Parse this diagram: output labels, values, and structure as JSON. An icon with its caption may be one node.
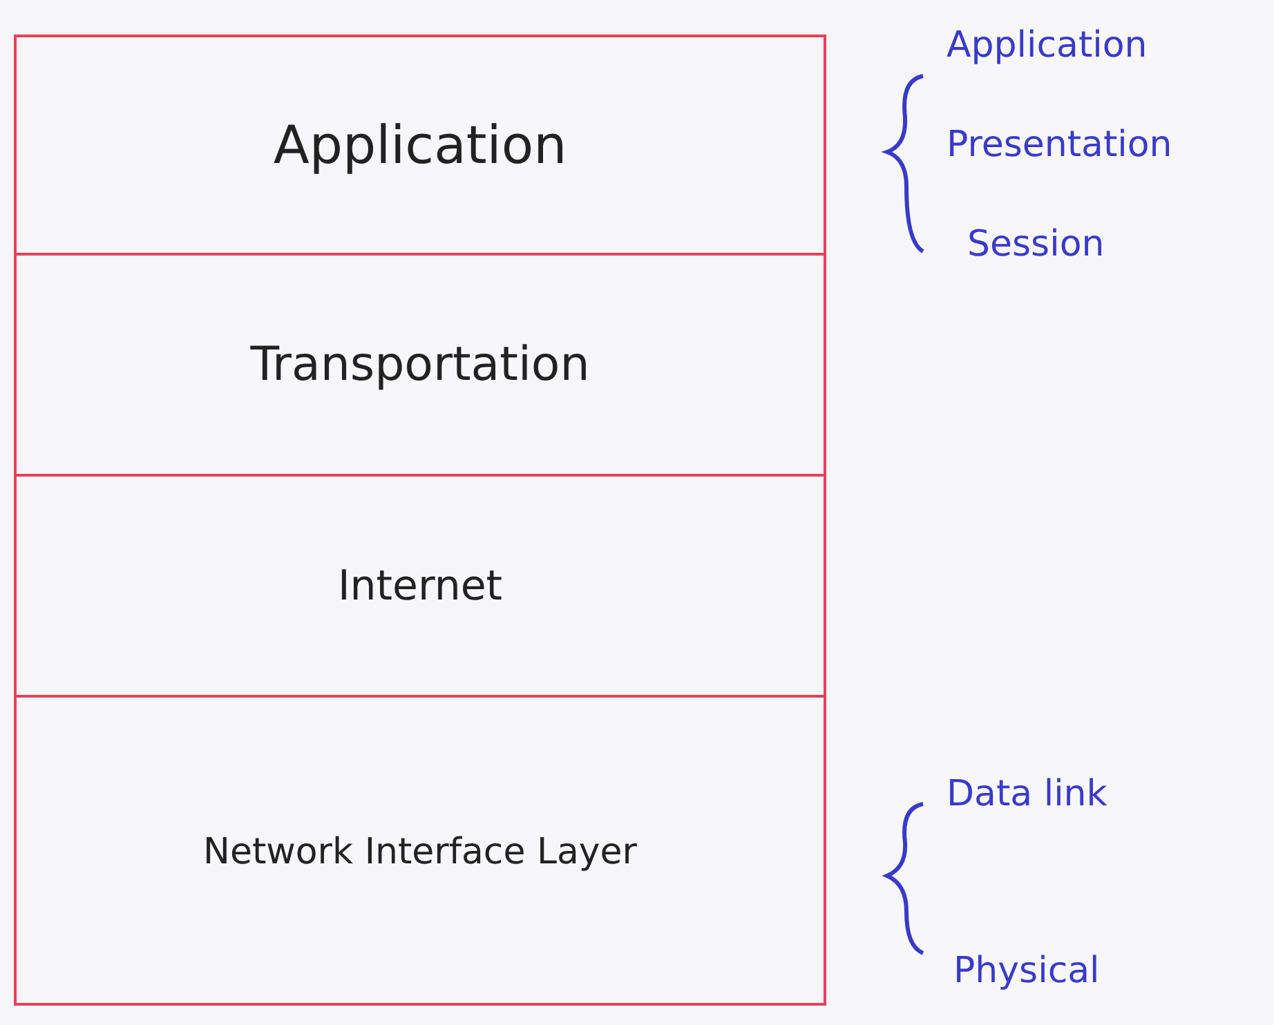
{
  "diagram": {
    "nodes": [
      {
        "text": [
          "Application"
        ]
      },
      {
        "text": [
          "Transportation"
        ]
      },
      {
        "text": [
          "Internet"
        ]
      },
      {
        "text": [
          "Network Interface Layer"
        ]
      }
    ],
    "labels": [
      "Application",
      "Presentation",
      "Session",
      "Data link",
      "Physical"
    ]
  }
}
